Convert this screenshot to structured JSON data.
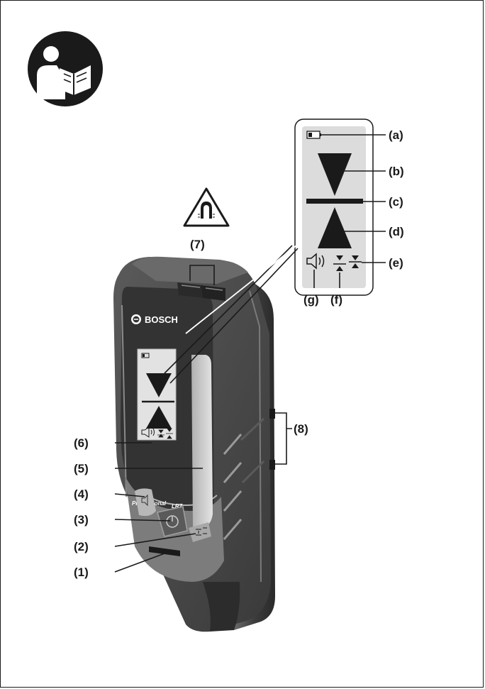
{
  "callouts": {
    "c1": "(1)",
    "c2": "(2)",
    "c3": "(3)",
    "c4": "(4)",
    "c5": "(5)",
    "c6": "(6)",
    "c7": "(7)",
    "c8": "(8)"
  },
  "display_callouts": {
    "a": "(a)",
    "b": "(b)",
    "c": "(c)",
    "d": "(d)",
    "e": "(e)",
    "f": "(f)",
    "g": "(g)"
  },
  "device": {
    "brand": "BOSCH",
    "model_prefix": "Professional",
    "model": "LR7"
  },
  "icons": {
    "manual": "read-manual-icon",
    "magnet_warning": "magnet-warning-icon"
  },
  "colors": {
    "ink": "#1a1a1a",
    "housing": "#4a4a4a",
    "housing_light": "#8a8a8a",
    "display_bg": "#d8d8d8"
  }
}
